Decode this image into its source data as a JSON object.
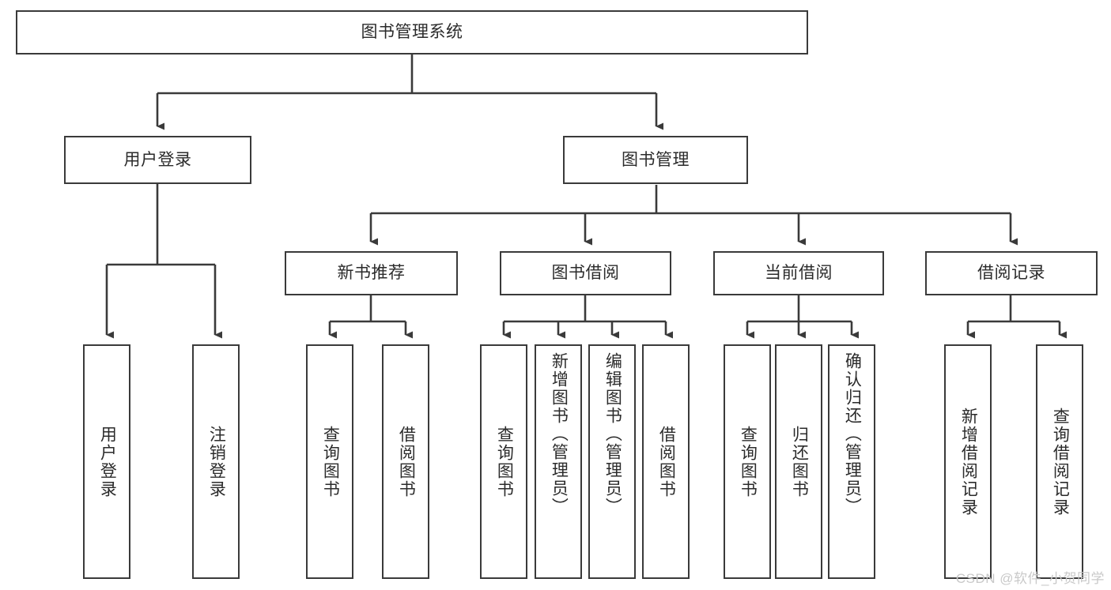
{
  "diagram": {
    "type": "hierarchy-tree",
    "title": "图书管理系统",
    "watermark": "CSDN @软件_小贺同学",
    "colors": {
      "box_border": "#3a3a3a",
      "connector": "#3a3a3a",
      "background": "#ffffff",
      "text": "#2b2b2b",
      "watermark": "#c9c9c9"
    },
    "root": {
      "label": "图书管理系统"
    },
    "level2": [
      {
        "label": "用户登录"
      },
      {
        "label": "图书管理"
      }
    ],
    "level3": [
      {
        "label": "新书推荐"
      },
      {
        "label": "图书借阅"
      },
      {
        "label": "当前借阅"
      },
      {
        "label": "借阅记录"
      }
    ],
    "leaves": {
      "user_login": [
        {
          "label": "用户登录"
        },
        {
          "label": "注销登录"
        }
      ],
      "new_book_recommend": [
        {
          "label": "查询图书"
        },
        {
          "label": "借阅图书"
        }
      ],
      "book_borrow": [
        {
          "label": "查询图书"
        },
        {
          "label": "新增图书（管理员）"
        },
        {
          "label": "编辑图书（管理员）"
        },
        {
          "label": "借阅图书"
        }
      ],
      "current_borrow": [
        {
          "label": "查询图书"
        },
        {
          "label": "归还图书"
        },
        {
          "label": "确认归还（管理员）"
        }
      ],
      "borrow_record": [
        {
          "label": "新增借阅记录"
        },
        {
          "label": "查询借阅记录"
        }
      ]
    }
  }
}
